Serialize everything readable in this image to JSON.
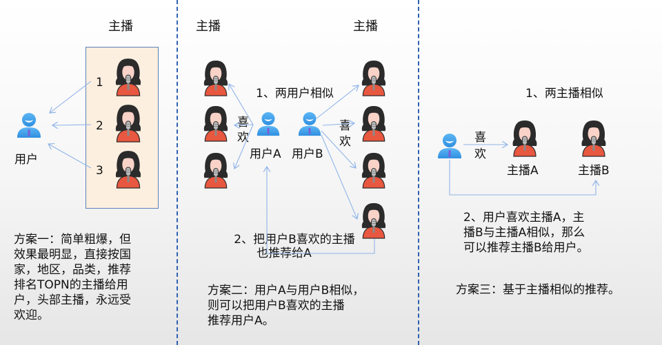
{
  "colors": {
    "divider": "#2f5fb0",
    "arrow": "#8fb4e8",
    "rank_box_fill": "#fdefdf",
    "rank_box_border": "#5b7fb8",
    "user_icon": "#3a9be8",
    "anchor_shirt": "#e8573f",
    "anchor_hair": "#2b2b2b"
  },
  "panel1": {
    "anchor_heading": "主播",
    "user_label": "用户",
    "ranks": [
      "1",
      "2",
      "3"
    ],
    "description": [
      "方案一：简单粗爆，但",
      "效果最明显，直接按国",
      "家，地区，品类，推荐",
      "排名TOPN的主播给用",
      "户，头部主播，永远受",
      "欢迎。"
    ]
  },
  "panel2": {
    "anchor_heading_left": "主播",
    "anchor_heading_right": "主播",
    "step1": "1、两用户相似",
    "like_left": [
      "喜",
      "欢"
    ],
    "like_right": [
      "喜",
      "欢"
    ],
    "user_a": "用户A",
    "user_b": "用户B",
    "step2": [
      "2、把用户B喜欢的主播",
      "也推荐给A"
    ],
    "description": [
      "方案二：用户A与用户B相似，",
      "则可以把用户B喜欢的主播",
      "推荐用户A。"
    ]
  },
  "panel3": {
    "step1": "1、两主播相似",
    "like": [
      "喜",
      "欢"
    ],
    "anchor_a": "主播A",
    "anchor_b": "主播B",
    "step2": [
      "2、用户喜欢主播A，主",
      "播B与主播A相似，那么",
      "可以推荐主播B给用户。"
    ],
    "description": "方案三：基于主播相似的推荐。"
  }
}
